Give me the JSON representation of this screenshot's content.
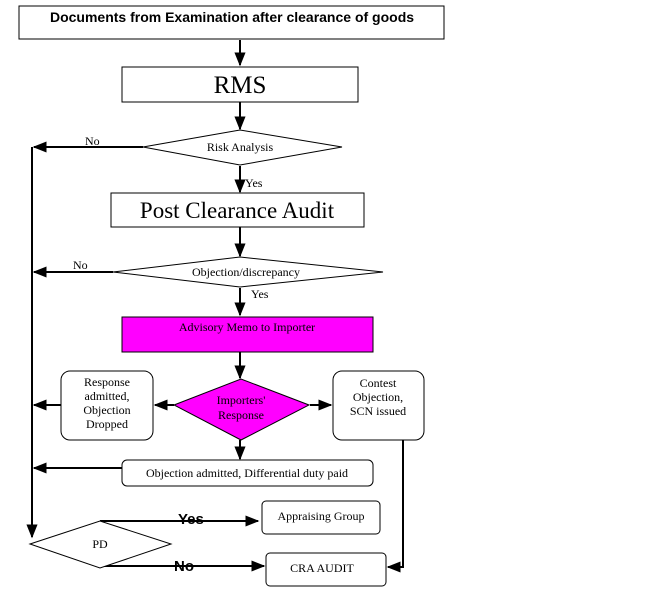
{
  "nodes": {
    "documents": "Documents from Examination after clearance of goods",
    "rms": "RMS",
    "risk_analysis": "Risk Analysis",
    "post_clearance_audit": "Post Clearance Audit",
    "objection_discrepancy": "Objection/discrepancy",
    "advisory_memo": "Advisory Memo to Importer",
    "importers_response": [
      "Importers'",
      "Response"
    ],
    "response_admitted": [
      "Response",
      "admitted,",
      "Objection",
      "Dropped"
    ],
    "contest_objection": [
      "Contest",
      "Objection,",
      "SCN issued"
    ],
    "objection_admitted": "Objection admitted, Differential duty paid",
    "pd": "PD",
    "appraising_group": "Appraising Group",
    "cra_audit": "CRA AUDIT"
  },
  "edge_labels": {
    "risk_no": "No",
    "risk_yes": "Yes",
    "objection_no": "No",
    "objection_yes": "Yes",
    "pd_yes": "Yes",
    "pd_no": "No"
  },
  "colors": {
    "highlight": "#ff00ff",
    "line": "#000000",
    "fill": "#ffffff"
  }
}
